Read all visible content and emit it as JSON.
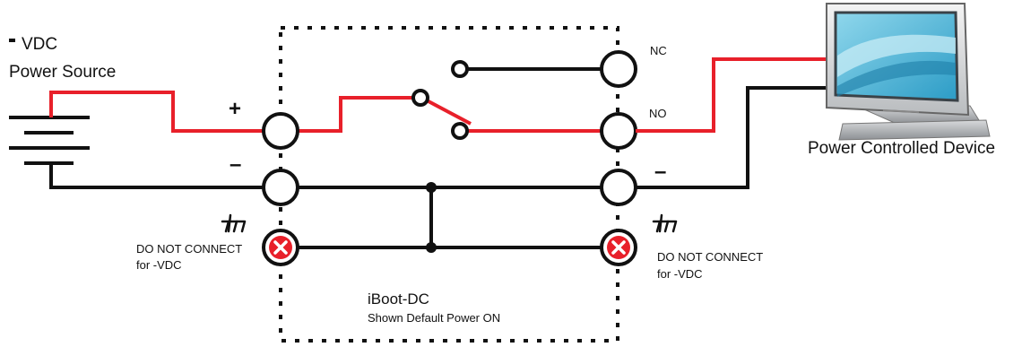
{
  "labels": {
    "source_line1": "- VDC",
    "source_line2": "Power Source",
    "device": "Power Controlled Device",
    "nc": "NC",
    "no": "NO",
    "plus_left": "+",
    "minus_left": "–",
    "minus_right": "–",
    "do_not_connect_left_1": "DO NOT CONNECT",
    "do_not_connect_left_2": "for -VDC",
    "do_not_connect_right_1": "DO NOT CONNECT",
    "do_not_connect_right_2": "for -VDC",
    "module_name": "iBoot-DC",
    "module_subtitle": "Shown Default Power ON"
  },
  "colors": {
    "positive_wire": "#e8202a",
    "negative_wire": "#111111",
    "terminal_x": "#e8202a",
    "monitor_screen": "#4fb8d8"
  },
  "icons": [
    "battery-icon",
    "ground-icon",
    "monitor-icon",
    "relay-switch-icon",
    "terminal-icon",
    "x-mark-icon"
  ]
}
